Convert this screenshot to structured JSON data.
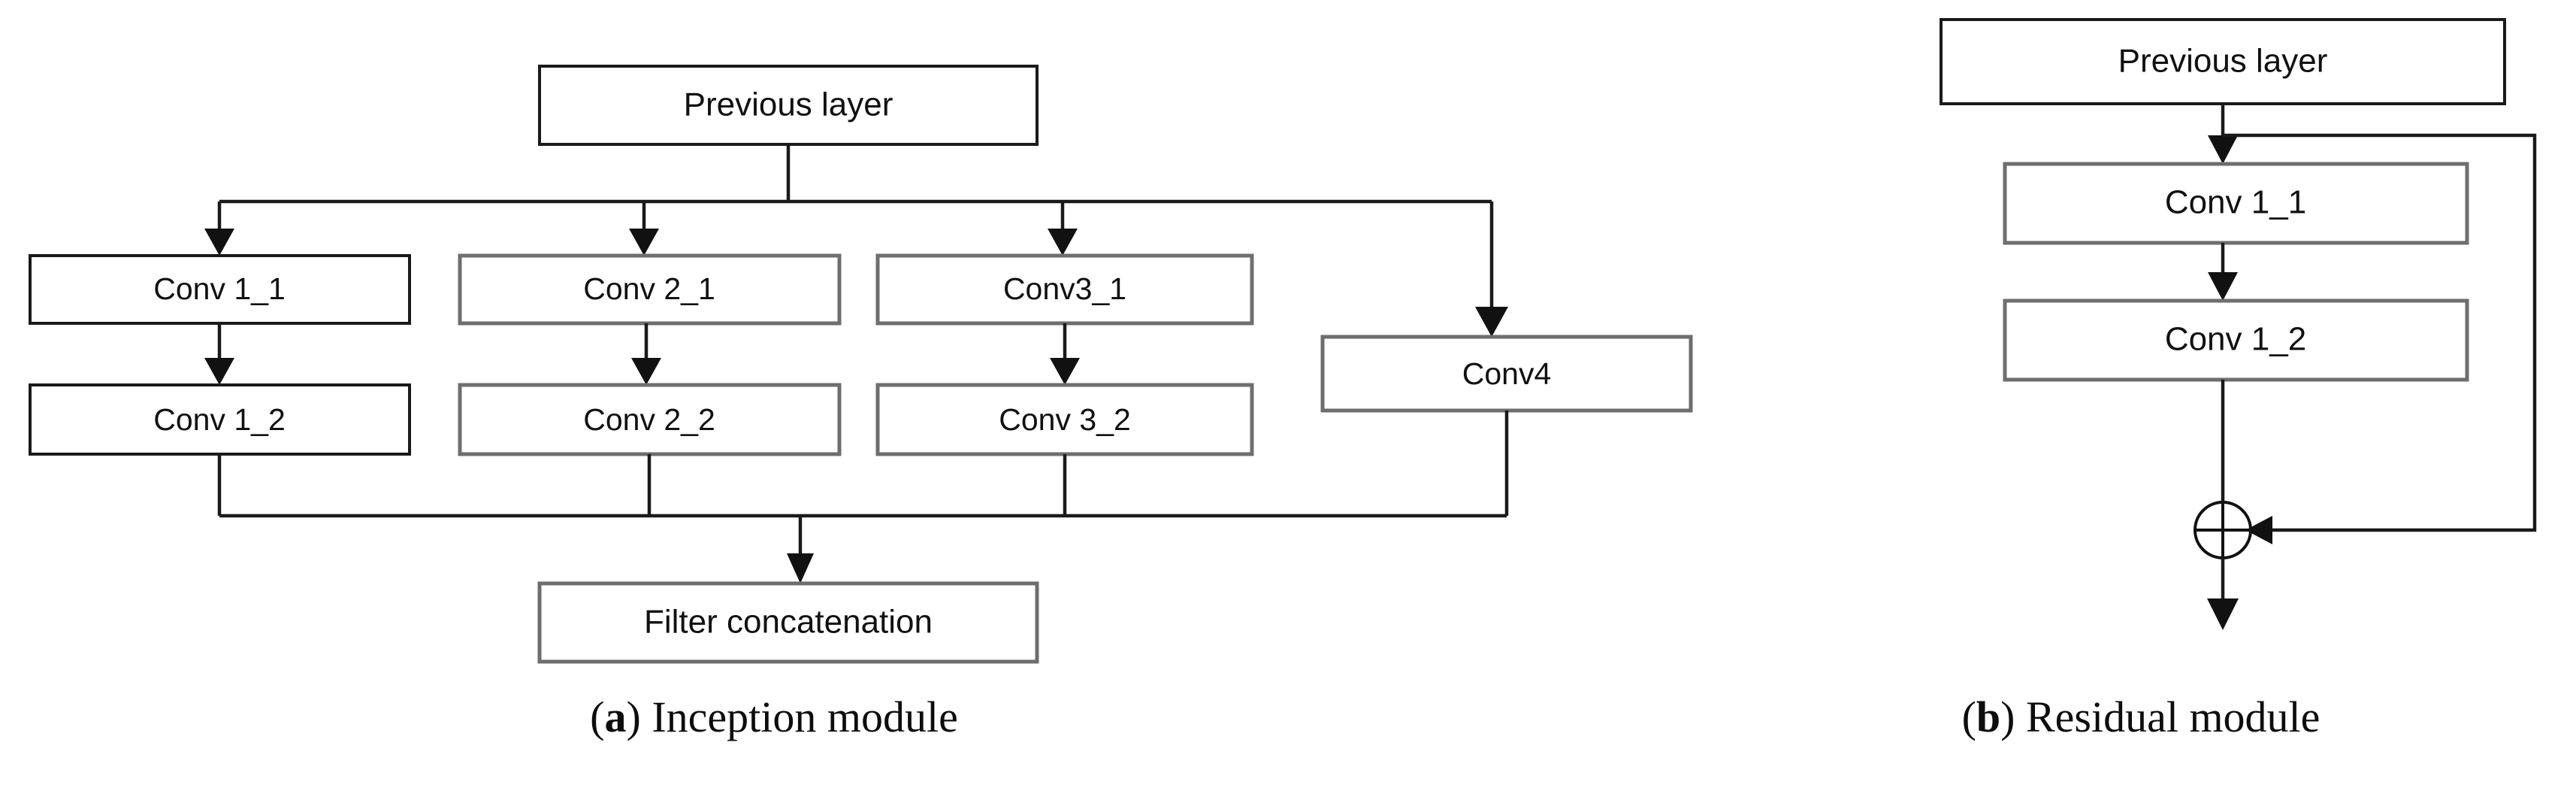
{
  "figure": {
    "panels": [
      {
        "id": "inception",
        "caption_letter": "a",
        "caption_text": ") Inception module",
        "nodes": {
          "previous_layer": "Previous layer",
          "conv1_1": "Conv 1_1",
          "conv2_1": "Conv 2_1",
          "conv3_1": "Conv3_1",
          "conv1_2": "Conv 1_2",
          "conv2_2": "Conv 2_2",
          "conv3_2": "Conv 3_2",
          "conv4": "Conv4",
          "filter_concatenation": "Filter concatenation"
        }
      },
      {
        "id": "residual",
        "caption_letter": "b",
        "caption_text": ") Residual module",
        "nodes": {
          "previous_layer": "Previous layer",
          "conv1_1": "Conv 1_1",
          "conv1_2": "Conv 1_2",
          "adder": "⊕"
        }
      }
    ]
  },
  "colors": {
    "background": "#ffffff",
    "box_stroke_dark": "#1a1a1a",
    "box_stroke_gray": "#6e6e6e",
    "connector": "#1a1a1a",
    "text": "#111111"
  }
}
